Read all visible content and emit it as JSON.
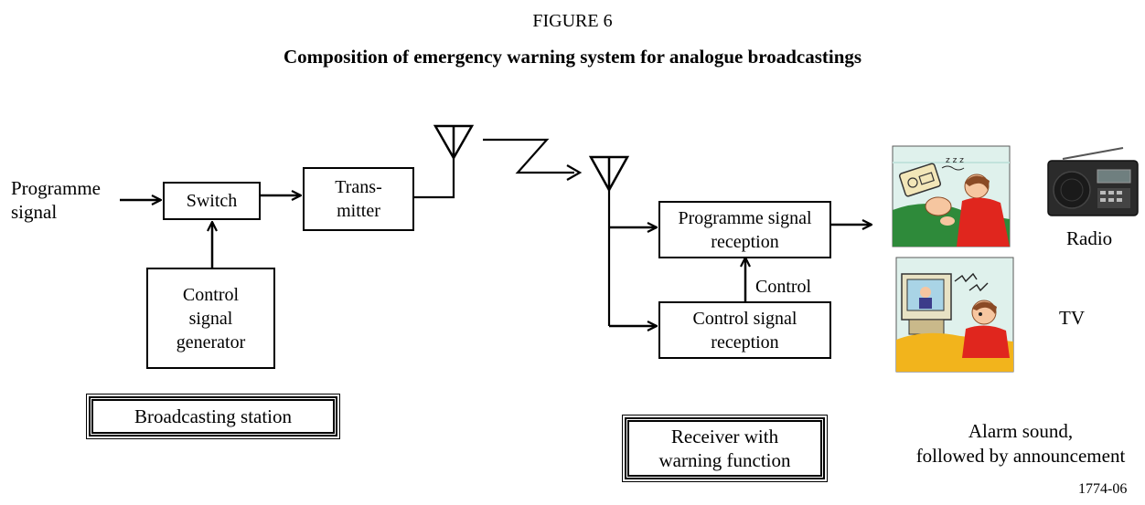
{
  "figure": {
    "number": "FIGURE 6",
    "title": "Composition of emergency warning system for analogue broadcastings",
    "code": "1774-06"
  },
  "inputs": {
    "programme_signal": "Programme\nsignal"
  },
  "blocks": {
    "switch": "Switch",
    "transmitter": "Trans-\nmitter",
    "control_generator": "Control\nsignal\ngenerator",
    "programme_reception": "Programme signal\nreception",
    "control_reception": "Control signal\nreception"
  },
  "labels": {
    "control": "Control",
    "radio": "Radio",
    "tv": "TV",
    "alarm": "Alarm sound,\nfollowed by announcement"
  },
  "groups": {
    "broadcasting_station": "Broadcasting station",
    "receiver": "Receiver with\nwarning function"
  },
  "colors": {
    "sky": "#dff1ec",
    "blanket_green": "#2e8a3a",
    "shirt_red": "#e0261e",
    "skin": "#f6c6a0",
    "hair": "#8a4a25",
    "radio_body": "#2b2b2b",
    "sofa_yellow": "#f2b41c"
  }
}
